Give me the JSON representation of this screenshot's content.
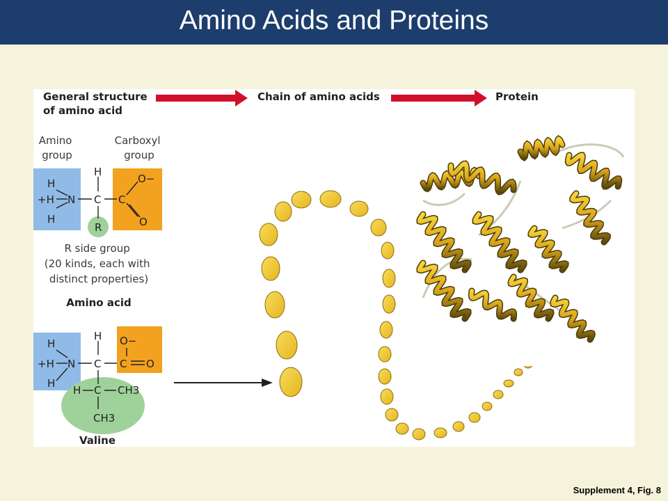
{
  "header": {
    "title": "Amino Acids and Proteins"
  },
  "diagram": {
    "stage_1": [
      "General structure",
      "of amino acid"
    ],
    "stage_2": "Chain of amino acids",
    "stage_3": "Protein",
    "amino_group": [
      "Amino",
      "group"
    ],
    "carboxyl_group": [
      "Carboxyl",
      "group"
    ],
    "r_side_group": [
      "R side group",
      "(20 kinds, each with",
      "distinct properties)"
    ],
    "amino_acid_label": "Amino acid",
    "valine_label": "Valine",
    "atoms": {
      "H": "H",
      "plusH": "+H",
      "N": "N",
      "C": "C",
      "O": "O",
      "Ominus": "O−",
      "R": "R",
      "CH3": "CH3"
    }
  },
  "footer": {
    "caption": "Supplement 4, Fig. 8"
  },
  "colors": {
    "title_bar": "#1d3e6c",
    "background": "#f6f3dd",
    "amino_group_box": "#8fbbe6",
    "carboxyl_group_box": "#f2a21f",
    "r_group": "#9ed29a",
    "arrow": "#d0102a",
    "bead": "#f2c935"
  }
}
